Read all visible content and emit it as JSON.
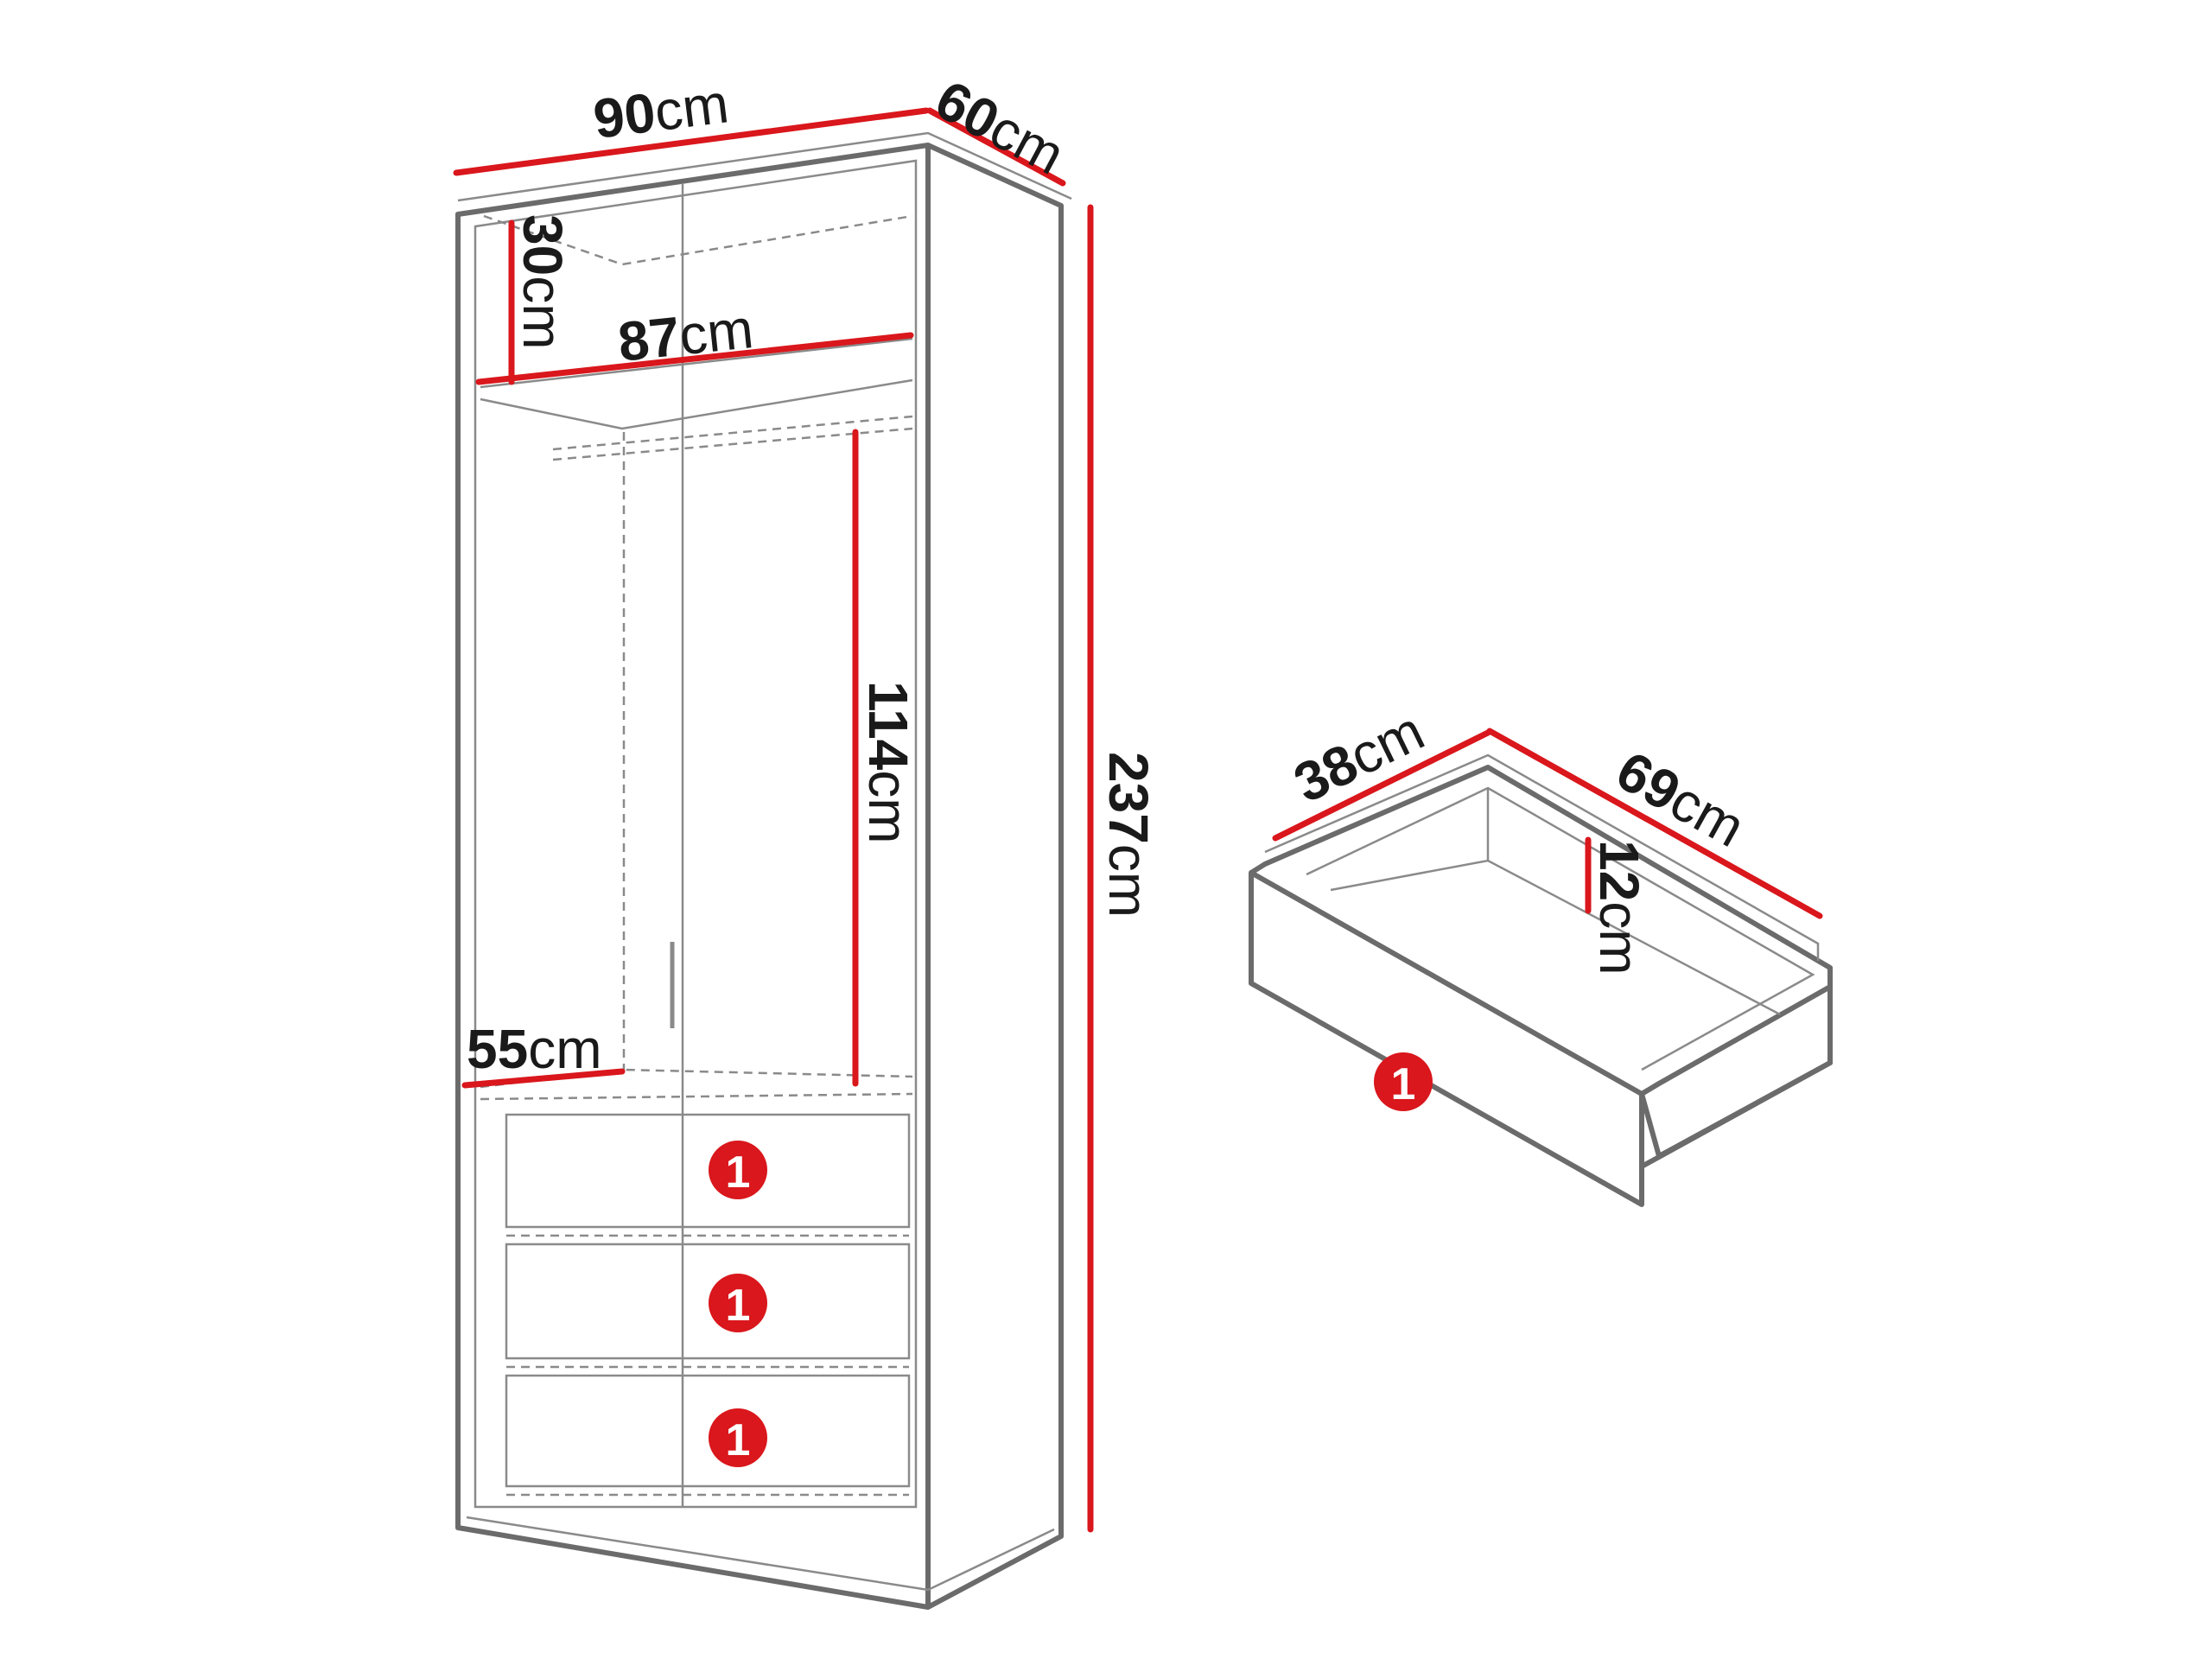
{
  "unit": "cm",
  "colors": {
    "measure": "#d9171c",
    "outline": "#6b6b6b",
    "badge": "#d9171c"
  },
  "wardrobe": {
    "width": "90",
    "depth": "60",
    "height": "237",
    "top_compartment_height": "30",
    "shelf_width": "87",
    "hanging_height": "114",
    "lower_shelf_width": "55",
    "drawer_badges": [
      "1",
      "1",
      "1"
    ]
  },
  "drawer": {
    "width": "38",
    "length": "69",
    "height": "12",
    "badge": "1"
  }
}
